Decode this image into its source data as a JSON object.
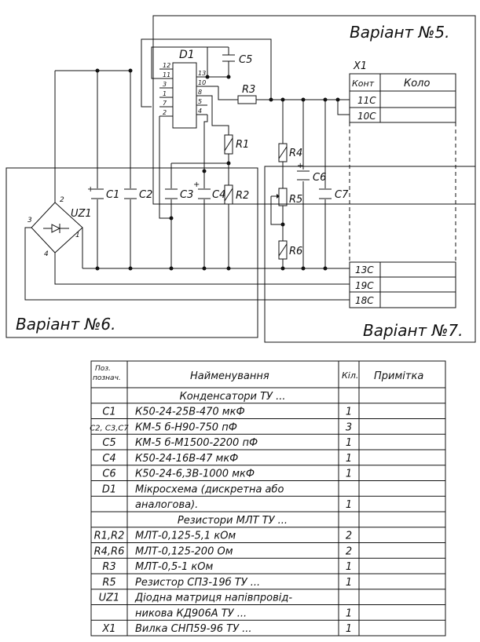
{
  "variants": {
    "v5": "Варіант №5.",
    "v6": "Варіант №6.",
    "v7": "Варіант №7."
  },
  "connector": {
    "ref": "X1",
    "head_contact": "Конт",
    "head_circuit": "Коло",
    "pins_top": [
      "11C",
      "10C"
    ],
    "pins_bottom": [
      "13C",
      "19C",
      "18C"
    ]
  },
  "chip": {
    "ref": "D1",
    "left_pins": [
      "12",
      "11",
      "3",
      "1",
      "7",
      "2"
    ],
    "right_pins": [
      "13",
      "10",
      "8",
      "5",
      "4"
    ]
  },
  "labels": {
    "C1": "C1",
    "C2": "C2",
    "C3": "C3",
    "C4": "C4",
    "C5": "C5",
    "C6": "C6",
    "C7": "C7",
    "R1": "R1",
    "R2": "R2",
    "R3": "R3",
    "R4": "R4",
    "R5": "R5",
    "R6": "R6",
    "UZ1": "UZ1",
    "bridge_pins": [
      "1",
      "2",
      "3",
      "4"
    ]
  },
  "bom": {
    "headers": {
      "pos": [
        "Поз.",
        "познач."
      ],
      "name": "Найменування",
      "qty": "Кіл.",
      "note": "Примітка"
    },
    "rows": [
      {
        "pos": "",
        "name": "Конденсатори ТУ ...",
        "qty": "",
        "section": true
      },
      {
        "pos": "C1",
        "name": "К50-24-25В-470 мкФ",
        "qty": "1"
      },
      {
        "pos": "C2, C3,C7",
        "name": "КМ-5 б-Н90-750 пФ",
        "qty": "3"
      },
      {
        "pos": "C5",
        "name": "КМ-5 б-М1500-2200 пФ",
        "qty": "1"
      },
      {
        "pos": "C4",
        "name": "К50-24-16В-47 мкФ",
        "qty": "1"
      },
      {
        "pos": "C6",
        "name": "К50-24-6,3В-1000 мкФ",
        "qty": "1"
      },
      {
        "pos": "D1",
        "name": "Мікросхема (дискретна або",
        "qty": ""
      },
      {
        "pos": "",
        "name": "аналогова).",
        "qty": "1"
      },
      {
        "pos": "",
        "name": "Резистори МЛТ ТУ ...",
        "qty": "",
        "section": true
      },
      {
        "pos": "R1,R2",
        "name": "МЛТ-0,125-5,1 кОм",
        "qty": "2"
      },
      {
        "pos": "R4,R6",
        "name": "МЛТ-0,125-200 Ом",
        "qty": "2"
      },
      {
        "pos": "R3",
        "name": "МЛТ-0,5-1 кОм",
        "qty": "1"
      },
      {
        "pos": "R5",
        "name": "Резистор СП3-19б ТУ ...",
        "qty": "1"
      },
      {
        "pos": "UZ1",
        "name": "Діодна матриця напівпровід-",
        "qty": ""
      },
      {
        "pos": "",
        "name": "никова КД906А ТУ ...",
        "qty": "1"
      },
      {
        "pos": "X1",
        "name": "Вилка СНП59-96 ТУ ...",
        "qty": "1"
      }
    ]
  }
}
